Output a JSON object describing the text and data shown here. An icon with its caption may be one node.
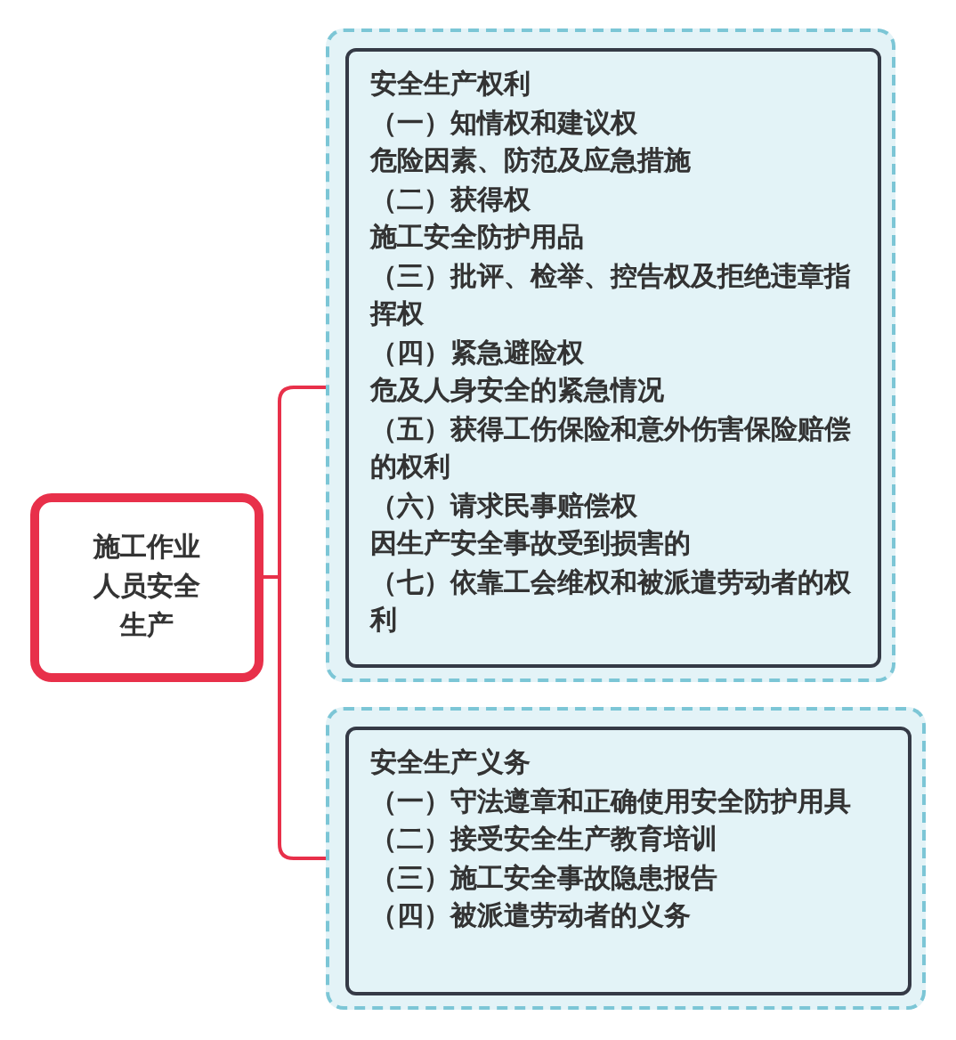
{
  "diagram": {
    "nodes": [
      {
        "text": [
          "施工作业人员安全生产"
        ]
      },
      {
        "text": [],
        "shape": "box"
      },
      {
        "text": [
          "安全生产权利",
          "（一）知情权和建议权",
          "危险因素、防范及应急措施",
          "（二）获得权",
          "施工安全防护用品",
          "（三）批评、检举、控告权及拒绝违章指挥权",
          "（四）紧急避险权",
          "危及人身安全的紧急情况",
          "（五）获得工伤保险和意外伤害保险赔偿的权利",
          "（六）请求民事赔偿权",
          "因生产安全事故受到损害的",
          "（七）依靠工会维权和被派遣劳动者的权利"
        ],
        "in": 1
      },
      {
        "text": [],
        "shape": "box"
      },
      {
        "text": [
          "安全生产义务",
          "（一）守法遵章和正确使用安全防护用具",
          "（二）接受安全生产教育培训",
          "（三）施工安全事故隐患报告",
          "（四）被派遣劳动者的义务"
        ],
        "in": 3
      }
    ],
    "edges": [
      {
        "from": 0,
        "to": 1,
        "arrow": "none"
      },
      {
        "from": 0,
        "to": 3,
        "arrow": "none"
      }
    ]
  }
}
